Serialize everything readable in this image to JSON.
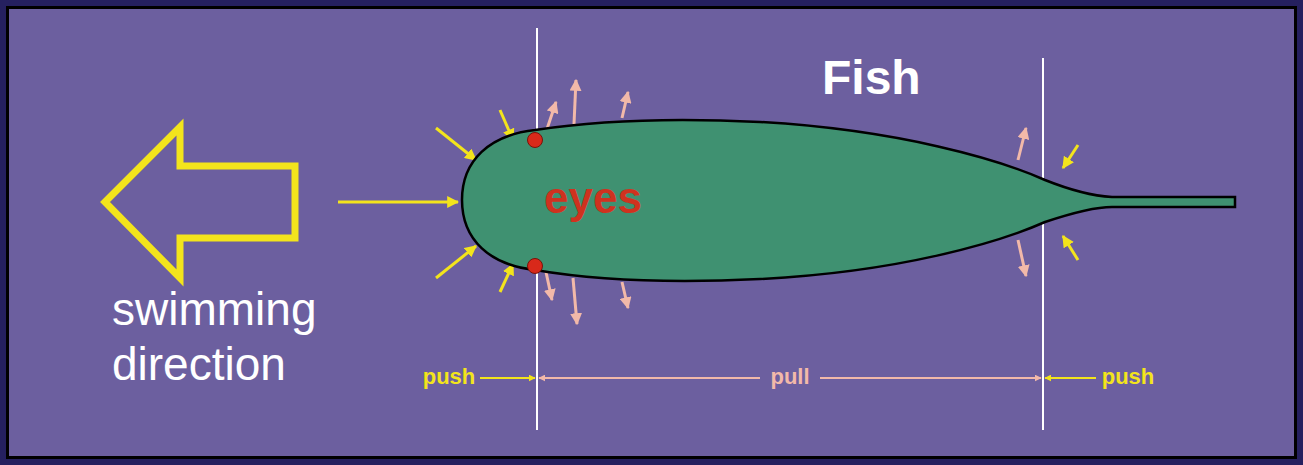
{
  "diagram": {
    "nodes": [
      {
        "text": [
          "Fish",
          "eyes"
        ]
      }
    ],
    "labels": [
      "swimming direction",
      "push",
      "pull",
      "push"
    ]
  }
}
